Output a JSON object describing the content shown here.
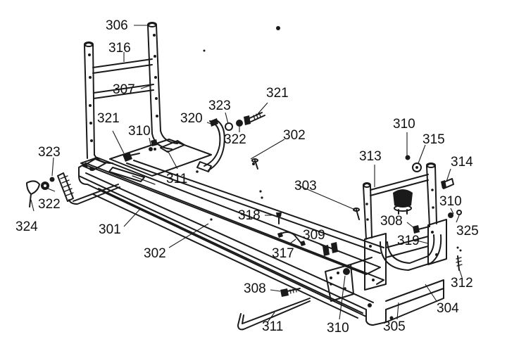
{
  "diagram": {
    "callouts": [
      {
        "id": "c306",
        "text": "306"
      },
      {
        "id": "c316",
        "text": "316"
      },
      {
        "id": "c307",
        "text": "307"
      },
      {
        "id": "c323a",
        "text": "323"
      },
      {
        "id": "c321a",
        "text": "321"
      },
      {
        "id": "c321b",
        "text": "321"
      },
      {
        "id": "c310a",
        "text": "310"
      },
      {
        "id": "c320",
        "text": "320"
      },
      {
        "id": "c322a",
        "text": "322"
      },
      {
        "id": "c302a",
        "text": "302"
      },
      {
        "id": "c310b",
        "text": "310"
      },
      {
        "id": "c315",
        "text": "315"
      },
      {
        "id": "c323b",
        "text": "323"
      },
      {
        "id": "c311a",
        "text": "311"
      },
      {
        "id": "c313",
        "text": "313"
      },
      {
        "id": "c314",
        "text": "314"
      },
      {
        "id": "c303",
        "text": "303"
      },
      {
        "id": "c322b",
        "text": "322"
      },
      {
        "id": "c310c",
        "text": "310"
      },
      {
        "id": "c324",
        "text": "324"
      },
      {
        "id": "c301",
        "text": "301"
      },
      {
        "id": "c318",
        "text": "318"
      },
      {
        "id": "c308a",
        "text": "308"
      },
      {
        "id": "c325",
        "text": "325"
      },
      {
        "id": "c309",
        "text": "309"
      },
      {
        "id": "c319",
        "text": "319"
      },
      {
        "id": "c302b",
        "text": "302"
      },
      {
        "id": "c317",
        "text": "317"
      },
      {
        "id": "c312",
        "text": "312"
      },
      {
        "id": "c308b",
        "text": "308"
      },
      {
        "id": "c304",
        "text": "304"
      },
      {
        "id": "c311b",
        "text": "311"
      },
      {
        "id": "c310d",
        "text": "310"
      },
      {
        "id": "c305",
        "text": "305"
      }
    ]
  }
}
